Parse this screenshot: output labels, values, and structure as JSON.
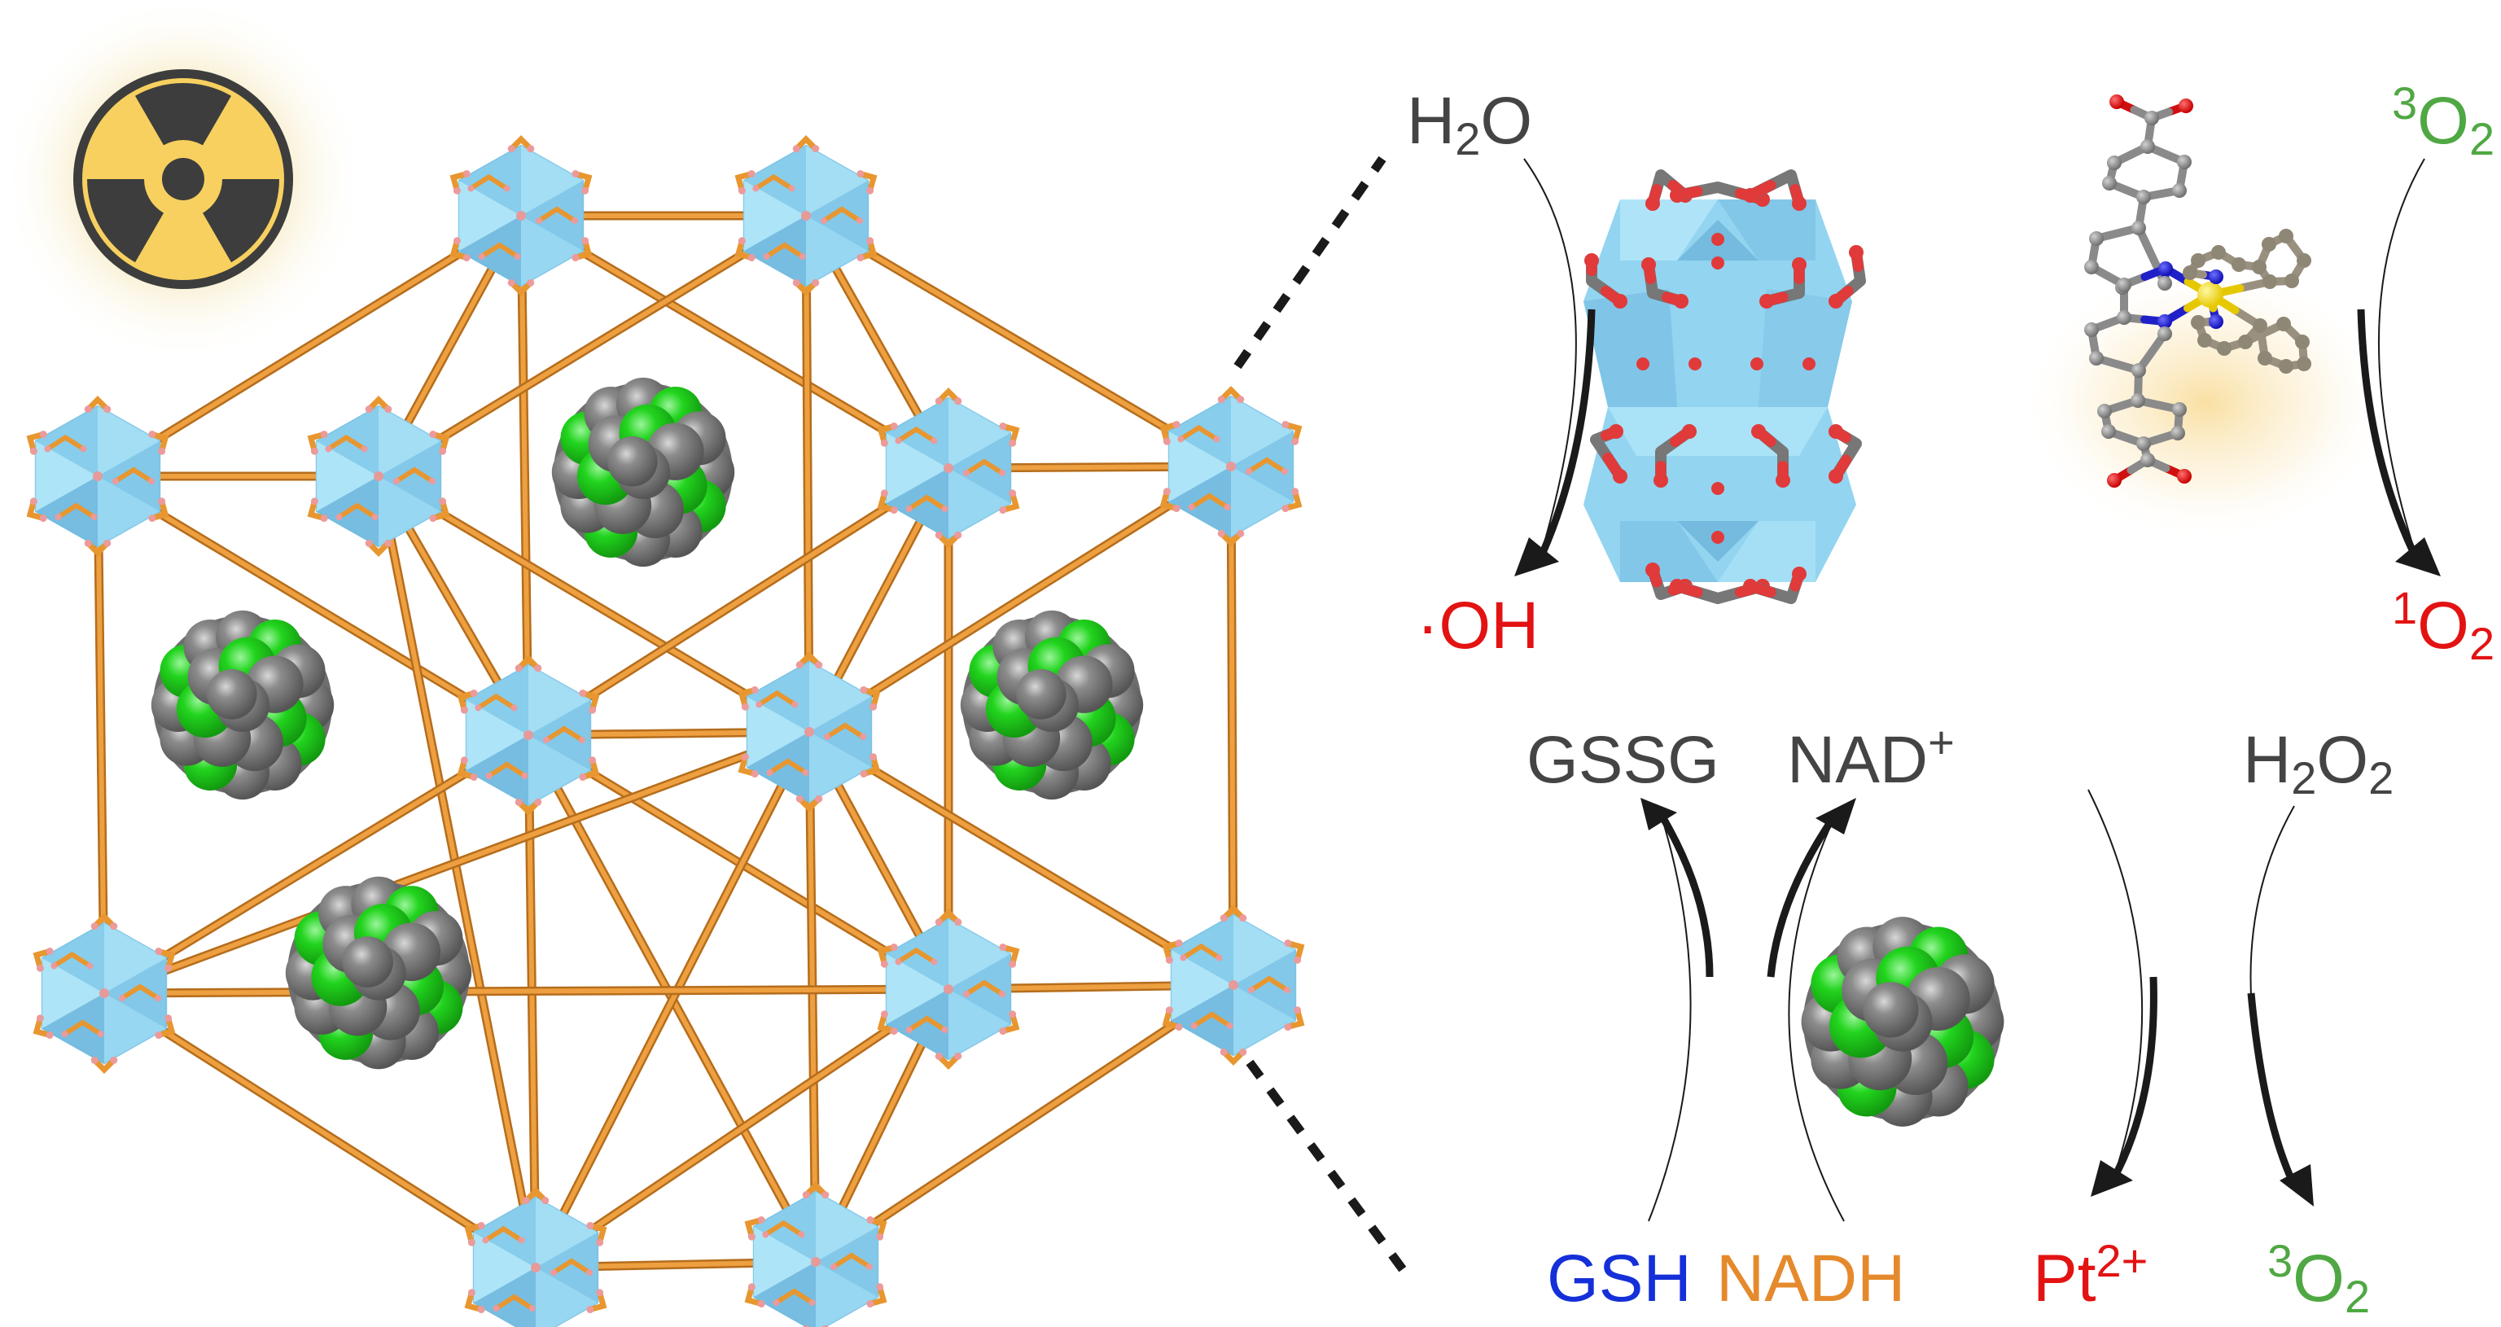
{
  "colors": {
    "text_dark": "#444444",
    "red": "#e31313",
    "green": "#4fa843",
    "blue": "#1530d8",
    "orange": "#e58a2c",
    "linker": "#e8962f",
    "polyhedron": "#8fd3f0",
    "fullerene_gray": "#808080",
    "fullerene_green": "#22d41e",
    "radiation_yellow": "#f7d060",
    "radiation_dark": "#3d3d3d"
  },
  "icons": {
    "radiation": "radiation-icon"
  },
  "top_left_cycle": {
    "reactant": {
      "main": "H",
      "sub": "2",
      "tail": "O"
    },
    "product": {
      "dot": "·",
      "main": "OH"
    }
  },
  "top_right_cycle": {
    "reactant": {
      "sup": "3",
      "main": "O",
      "sub": "2"
    },
    "product": {
      "sup": "1",
      "main": "O",
      "sub": "2"
    }
  },
  "bottom_cycle": {
    "gssg": "GSSG",
    "nad": {
      "main": "NAD",
      "sup": "+"
    },
    "h2o2": {
      "a": "H",
      "sub1": "2",
      "b": "O",
      "sub2": "2"
    },
    "gsh": "GSH",
    "nadh": "NADH",
    "pt": {
      "main": "Pt",
      "sup": "2+"
    },
    "o2": {
      "sup": "3",
      "main": "O",
      "sub": "2"
    }
  },
  "framework": {
    "nodes": 13,
    "guest_clusters": 4
  }
}
